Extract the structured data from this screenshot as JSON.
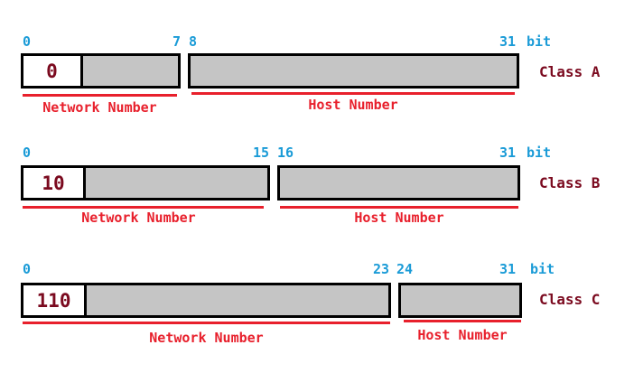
{
  "class_a": {
    "bits": {
      "start": "0",
      "net_end": "7",
      "host_start": "8",
      "end": "31",
      "unit": "bit"
    },
    "prefix": "0",
    "network_label": "Network Number",
    "host_label": "Host Number",
    "class_label": "Class A"
  },
  "class_b": {
    "bits": {
      "start": "0",
      "net_end": "15",
      "host_start": "16",
      "end": "31",
      "unit": "bit"
    },
    "prefix": "10",
    "network_label": "Network Number",
    "host_label": "Host Number",
    "class_label": "Class B"
  },
  "class_c": {
    "bits": {
      "start": "0",
      "net_end": "23",
      "host_start": "24",
      "end": "31",
      "unit": "bit"
    },
    "prefix": "110",
    "network_label": "Network Number",
    "host_label": "Host Number",
    "class_label": "Class C"
  },
  "colors": {
    "bit_numbers": "#1a9bd7",
    "field_labels": "#e8202c",
    "class_labels": "#7b0a1f",
    "field_fill": "#c5c5c5",
    "border": "#000000"
  }
}
